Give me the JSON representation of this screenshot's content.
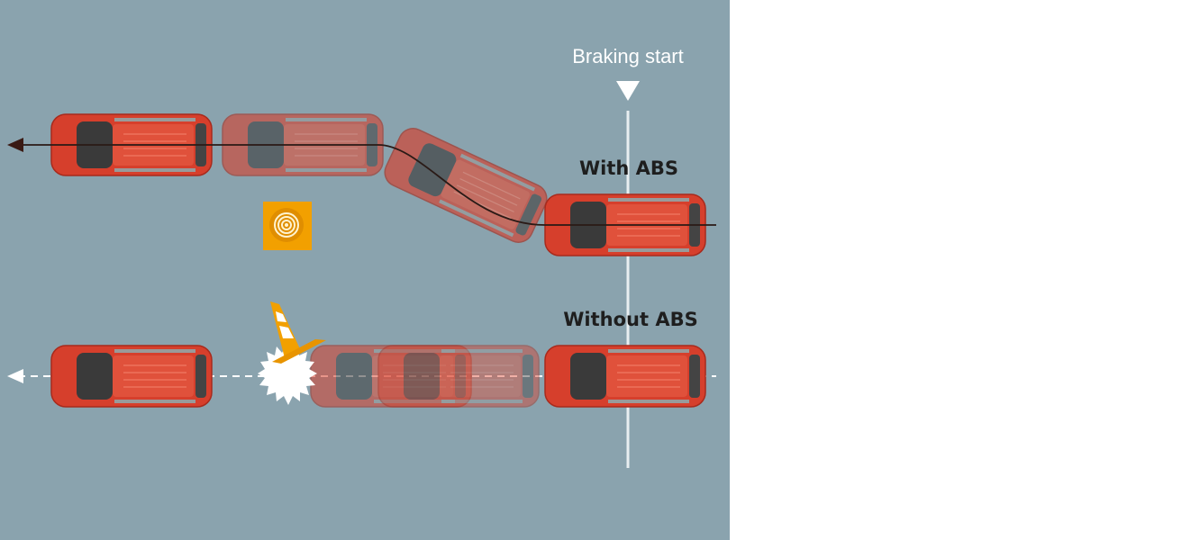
{
  "labels": {
    "braking_start": "Braking start",
    "with_abs": "With ABS",
    "without_abs": "Without ABS"
  },
  "colors": {
    "background": "#8aa3ae",
    "car": "#d63f2c",
    "car_ghost": "#d8735c",
    "icon": "#f2a000"
  },
  "icons": [
    "abs-warning-icon",
    "traffic-cone-icon",
    "collision-burst-icon",
    "braking-start-marker-icon"
  ]
}
